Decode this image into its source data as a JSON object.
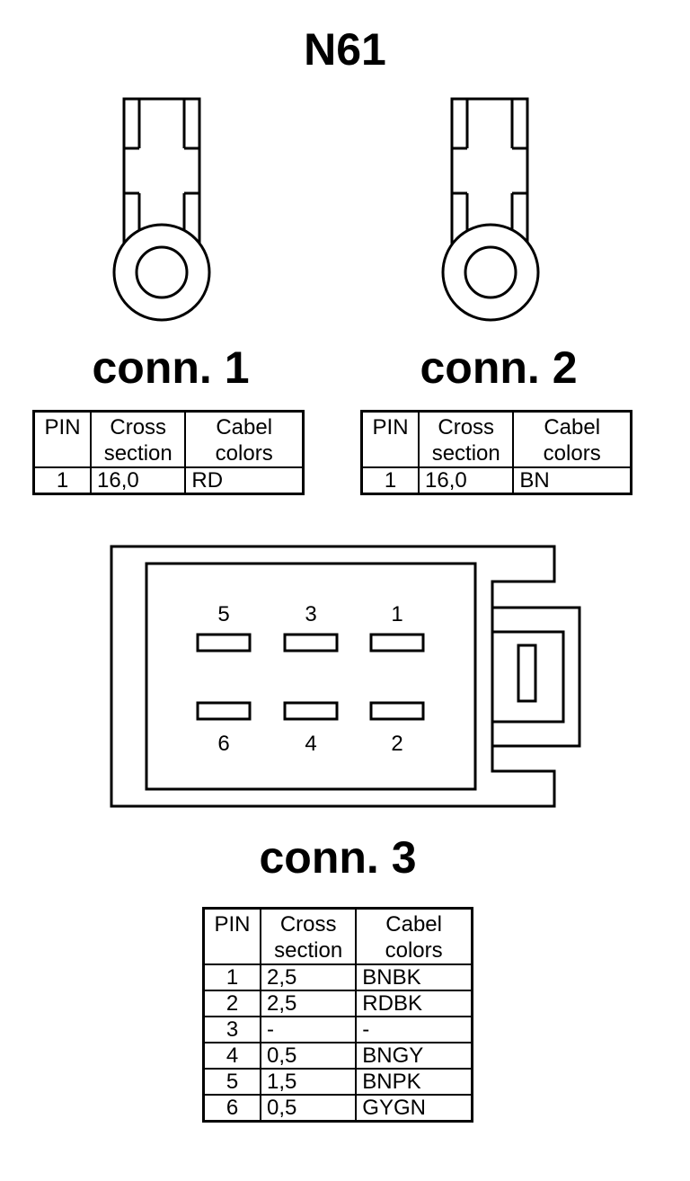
{
  "title": "N61",
  "conn1": {
    "label": "conn. 1",
    "table": {
      "headers": [
        "PIN",
        "Cross section",
        "Cabel colors"
      ],
      "header_lines": [
        [
          "PIN"
        ],
        [
          "Cross",
          "section"
        ],
        [
          "Cabel",
          "colors"
        ]
      ],
      "rows": [
        [
          "1",
          "16,0",
          "RD"
        ]
      ]
    }
  },
  "conn2": {
    "label": "conn. 2",
    "table": {
      "headers": [
        "PIN",
        "Cross section",
        "Cabel colors"
      ],
      "header_lines": [
        [
          "PIN"
        ],
        [
          "Cross",
          "section"
        ],
        [
          "Cabel",
          "colors"
        ]
      ],
      "rows": [
        [
          "1",
          "16,0",
          "BN"
        ]
      ]
    }
  },
  "conn3": {
    "label": "conn. 3",
    "pin_labels_top": [
      "5",
      "3",
      "1"
    ],
    "pin_labels_bottom": [
      "6",
      "4",
      "2"
    ],
    "table": {
      "headers": [
        "PIN",
        "Cross section",
        "Cabel colors"
      ],
      "header_lines": [
        [
          "PIN"
        ],
        [
          "Cross",
          "section"
        ],
        [
          "Cabel",
          "colors"
        ]
      ],
      "rows": [
        [
          "1",
          "2,5",
          "BNBK"
        ],
        [
          "2",
          "2,5",
          "RDBK"
        ],
        [
          "3",
          "-",
          "-"
        ],
        [
          "4",
          "0,5",
          "BNGY"
        ],
        [
          "5",
          "1,5",
          "BNPK"
        ],
        [
          "6",
          "0,5",
          "GYGN"
        ]
      ]
    }
  }
}
